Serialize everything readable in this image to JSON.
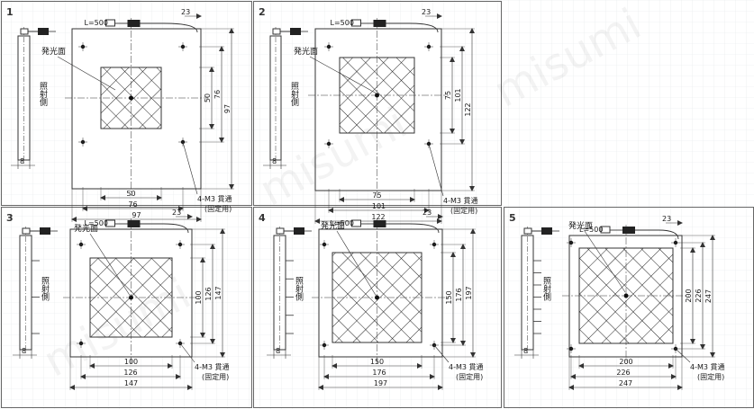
{
  "figure": {
    "bg": "#ffffff",
    "grid_color": "#e4e7ea",
    "line_color": "#333333",
    "watermark_text": "misumi",
    "panels": [
      {
        "number": "1",
        "cable": "L=500",
        "gap": "23",
        "emitting_label": "発光面",
        "irradiation_label": "照射側",
        "thickness": "8",
        "hole_label": "4-M3 貫通",
        "hole_sub": "(固定用)",
        "w_inner": "50",
        "w_mid": "76",
        "w_outer": "97",
        "h_inner": "50",
        "h_mid": "76",
        "h_outer": "97"
      },
      {
        "number": "2",
        "cable": "L=500",
        "gap": "23",
        "emitting_label": "発光面",
        "irradiation_label": "照射側",
        "thickness": "8",
        "hole_label": "4-M3 貫通",
        "hole_sub": "(固定用)",
        "w_inner": "75",
        "w_mid": "101",
        "w_outer": "122",
        "h_inner": "75",
        "h_mid": "101",
        "h_outer": "122"
      },
      {
        "number": "3",
        "cable": "L=500",
        "gap": "23",
        "emitting_label": "発光面",
        "irradiation_label": "照射側",
        "thickness": "8",
        "hole_label": "4-M3 貫通",
        "hole_sub": "(固定用)",
        "w_inner": "100",
        "w_mid": "126",
        "w_outer": "147",
        "h_inner": "100",
        "h_mid": "126",
        "h_outer": "147"
      },
      {
        "number": "4",
        "cable": "L=500",
        "gap": "23",
        "emitting_label": "発光面",
        "irradiation_label": "照射側",
        "thickness": "8",
        "hole_label": "4-M3 貫通",
        "hole_sub": "(固定用)",
        "w_inner": "150",
        "w_mid": "176",
        "w_outer": "197",
        "h_inner": "150",
        "h_mid": "176",
        "h_outer": "197"
      },
      {
        "number": "5",
        "cable": "L=500",
        "gap": "23",
        "emitting_label": "発光面",
        "irradiation_label": "照射側",
        "thickness": "8",
        "hole_label": "4-M3 貫通",
        "hole_sub": "(固定用)",
        "w_inner": "200",
        "w_mid": "226",
        "w_outer": "247",
        "h_inner": "200",
        "h_mid": "226",
        "h_outer": "247"
      }
    ]
  }
}
